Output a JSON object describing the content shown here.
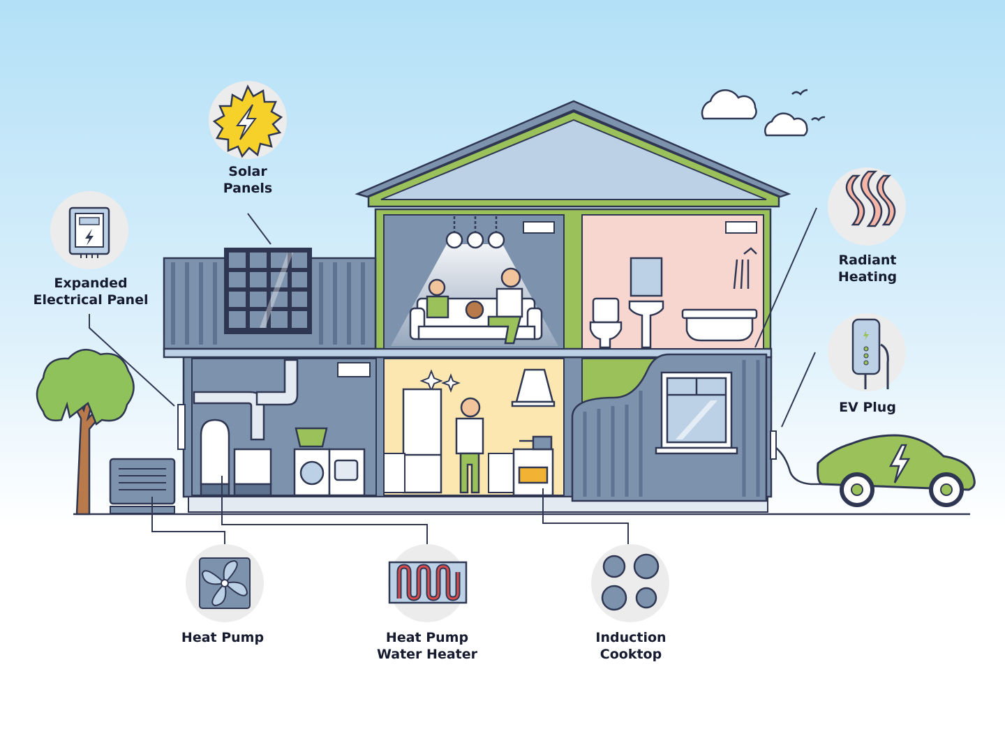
{
  "labels": {
    "solar_panels": [
      "Solar",
      "Panels"
    ],
    "expanded_electrical_panel": [
      "Expanded",
      "Electrical Panel"
    ],
    "radiant_heating": [
      "Radiant",
      "Heating"
    ],
    "ev_plug": [
      "EV Plug"
    ],
    "heat_pump": [
      "Heat Pump"
    ],
    "heat_pump_water_heater": [
      "Heat Pump",
      "Water Heater"
    ],
    "induction_cooktop": [
      "Induction",
      "Cooktop"
    ]
  },
  "colors": {
    "sky_top": "#b3e0f7",
    "outline": "#2e3652",
    "house_blue": "#7d92ad",
    "trim_green": "#9bc25a",
    "roof_fill": "#bcd1e6",
    "bathroom_pink": "#f8d6d0",
    "kitchen_yellow": "#fde7b0",
    "badge_gray": "#ececec",
    "sun_yellow": "#f5d12a",
    "heater_red": "#d94b4b"
  }
}
